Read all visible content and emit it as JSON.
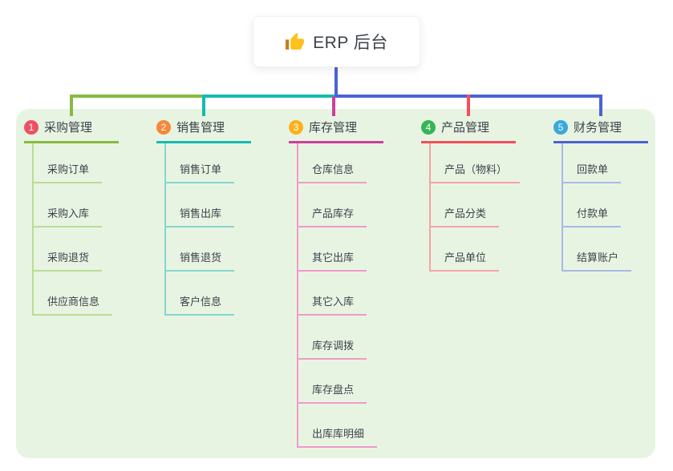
{
  "root": {
    "label": "ERP 后台",
    "icon": "thumbs-up"
  },
  "colors": {
    "panel_bg": "#e8f4e2",
    "root_line": "#4a63d4",
    "text": "#3d424b",
    "root_box_bg": "#ffffff",
    "thumb_yellow": "#fcc21b",
    "thumb_sleeve": "#c57f17"
  },
  "branches": [
    {
      "index": "1",
      "label": "采购管理",
      "badge_color": "#ef5064",
      "line_color": "#87bb40",
      "child_line_color": "#b9dc94",
      "children": [
        "采购订单",
        "采购入库",
        "采购退货",
        "供应商信息"
      ]
    },
    {
      "index": "2",
      "label": "销售管理",
      "badge_color": "#f6873b",
      "line_color": "#13bcb2",
      "child_line_color": "#84d6cf",
      "children": [
        "销售订单",
        "销售出库",
        "销售退货",
        "客户信息"
      ]
    },
    {
      "index": "3",
      "label": "库存管理",
      "badge_color": "#fbb11c",
      "line_color": "#cf3e9e",
      "child_line_color": "#f19ac9",
      "children": [
        "仓库信息",
        "产品库存",
        "其它出库",
        "其它入库",
        "库存调拨",
        "库存盘点",
        "出库库明细"
      ]
    },
    {
      "index": "4",
      "label": "产品管理",
      "badge_color": "#35b558",
      "line_color": "#f44f5d",
      "child_line_color": "#f9a0a6",
      "children": [
        "产品（物料）",
        "产品分类",
        "产品单位"
      ]
    },
    {
      "index": "5",
      "label": "财务管理",
      "badge_color": "#38a8dd",
      "line_color": "#4a63d4",
      "child_line_color": "#a6b9e6",
      "children": [
        "回款单",
        "付款单",
        "结算账户"
      ]
    }
  ]
}
